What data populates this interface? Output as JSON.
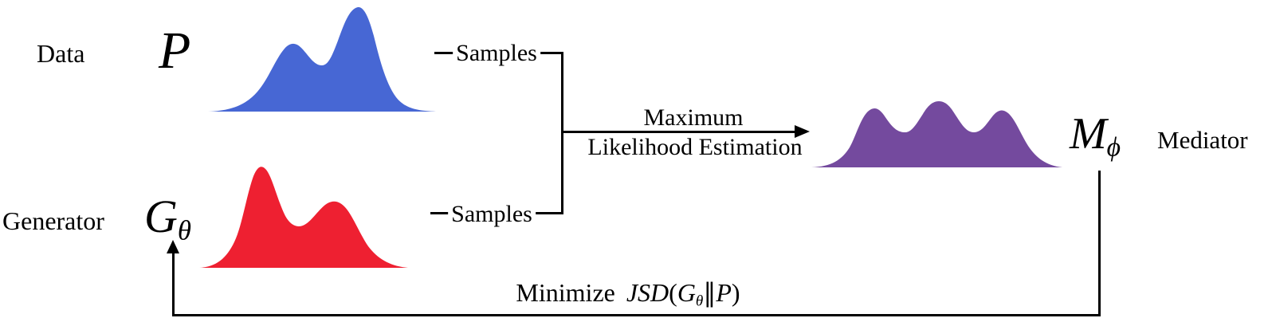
{
  "diagram": {
    "data_label": "Data",
    "data_symbol": "P",
    "generator_label": "Generator",
    "generator_symbol": "G",
    "generator_symbol_sub": "θ",
    "mediator_label": "Mediator",
    "mediator_symbol": "M",
    "mediator_symbol_sub": "ϕ",
    "samples_top_label": "Samples",
    "samples_bottom_label": "Samples",
    "mle_label_line1": "Maximum",
    "mle_label_line2": "Likelihood Estimation",
    "minimize": {
      "prefix": "Minimize",
      "func": "JSD",
      "open_paren": "(",
      "arg1": "G",
      "arg1_sub": "θ",
      "divider": "‖",
      "arg2": "P",
      "close_paren": ")"
    },
    "colors": {
      "data_distribution": "#4767d4",
      "generator_distribution": "#ee2031",
      "mediator_distribution": "#744a9e",
      "line_color": "#000000"
    }
  }
}
